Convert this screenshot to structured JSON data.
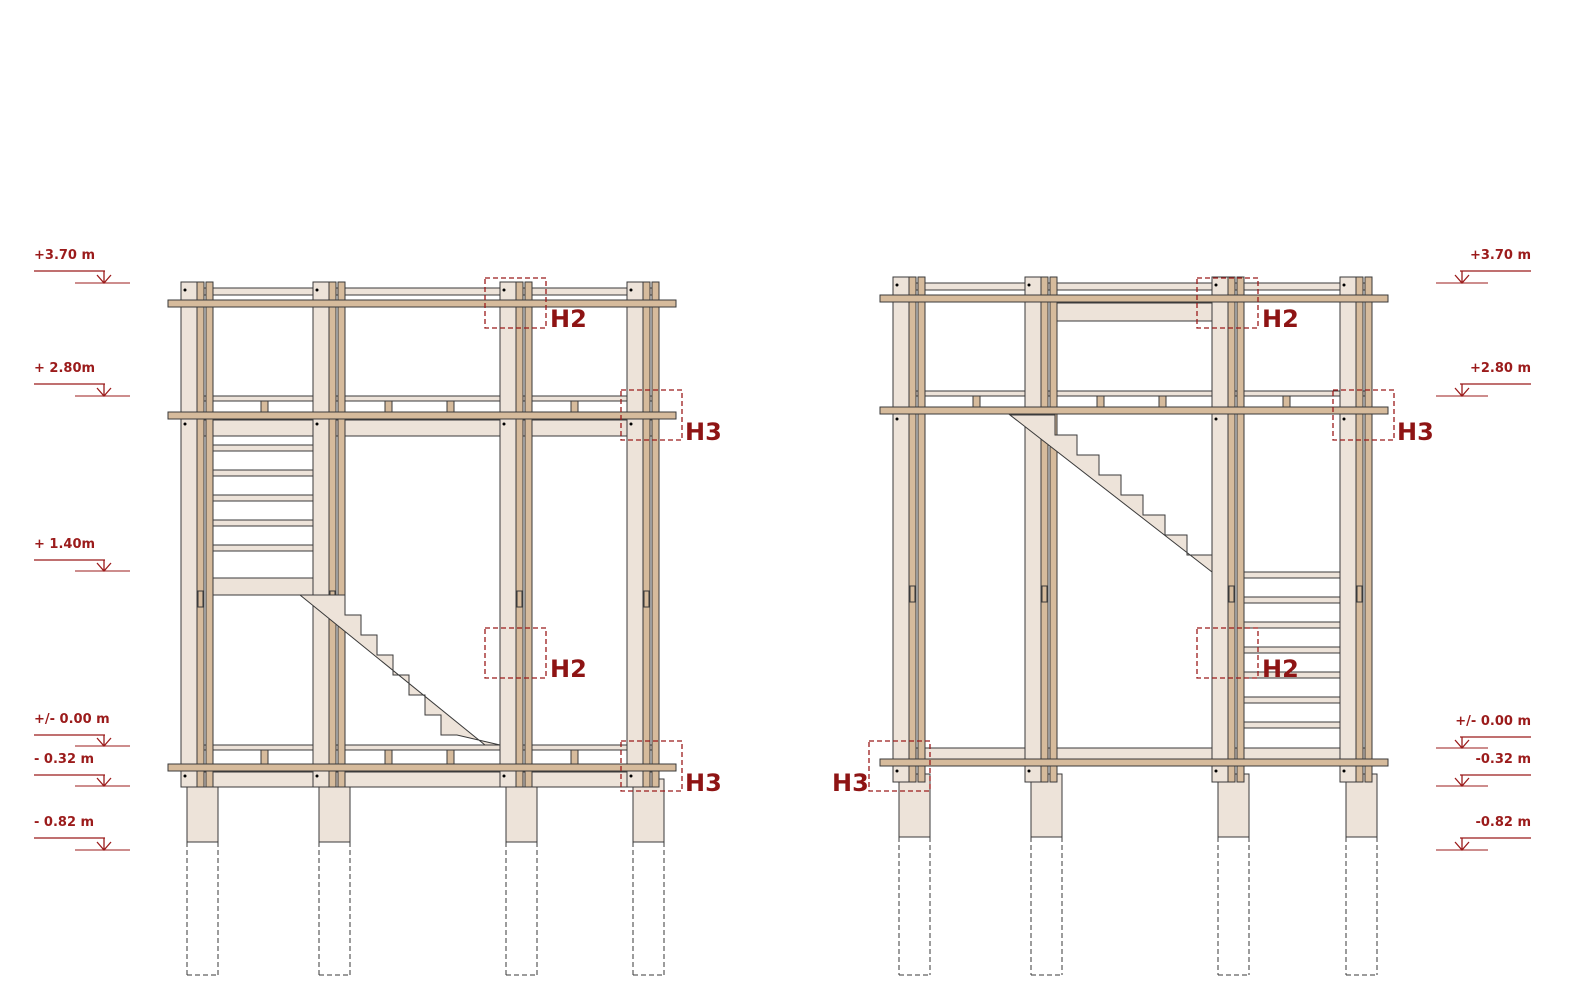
{
  "colors": {
    "beam_light": "#ede3d9",
    "post_dark": "#d6bb9c",
    "line": "#3a3a3a",
    "annotation": "#9b1b1b"
  },
  "left_levels": [
    "+3.70 m",
    "+ 2.80m",
    "+ 1.40m",
    "+/- 0.00 m",
    "- 0.32 m",
    "- 0.82 m"
  ],
  "right_levels": [
    "+3.70 m",
    "+2.80 m",
    "+/- 0.00 m",
    "-0.32 m",
    "-0.82 m"
  ],
  "left_details": [
    "H2",
    "H3",
    "H2",
    "H3"
  ],
  "right_details": [
    "H2",
    "H3",
    "H2",
    "H3"
  ]
}
